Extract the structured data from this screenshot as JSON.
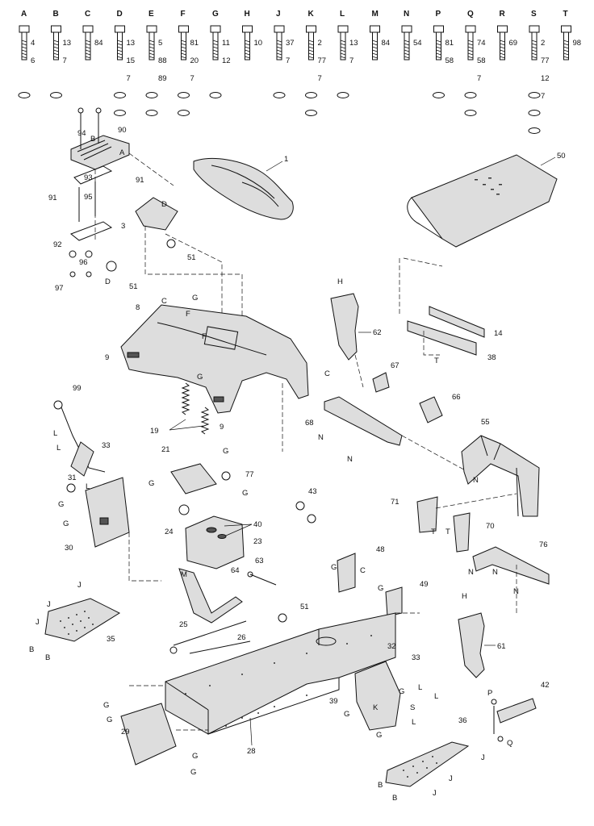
{
  "hardware_columns": [
    {
      "letter": "A",
      "items": [
        "4",
        "6"
      ]
    },
    {
      "letter": "B",
      "items": [
        "13",
        "7"
      ]
    },
    {
      "letter": "C",
      "items": [
        "84"
      ]
    },
    {
      "letter": "D",
      "items": [
        "13",
        "15",
        "7"
      ]
    },
    {
      "letter": "E",
      "items": [
        "5",
        "88",
        "89"
      ]
    },
    {
      "letter": "F",
      "items": [
        "81",
        "20",
        "7"
      ]
    },
    {
      "letter": "G",
      "items": [
        "11",
        "12"
      ]
    },
    {
      "letter": "H",
      "items": [
        "10"
      ]
    },
    {
      "letter": "J",
      "items": [
        "37",
        "7"
      ]
    },
    {
      "letter": "K",
      "items": [
        "2",
        "77",
        "7"
      ]
    },
    {
      "letter": "L",
      "items": [
        "13",
        "7"
      ]
    },
    {
      "letter": "M",
      "items": [
        "84"
      ]
    },
    {
      "letter": "N",
      "items": [
        "54"
      ]
    },
    {
      "letter": "P",
      "items": [
        "81",
        "58"
      ]
    },
    {
      "letter": "Q",
      "items": [
        "74",
        "58",
        "7"
      ]
    },
    {
      "letter": "R",
      "items": [
        "69"
      ]
    },
    {
      "letter": "S",
      "items": [
        "2",
        "77",
        "12",
        "7"
      ]
    },
    {
      "letter": "T",
      "items": [
        "98"
      ]
    }
  ],
  "callouts": {
    "c1": "1",
    "c50": "50",
    "c90": "90",
    "c94": "94",
    "c93": "93",
    "c95": "95",
    "c91a": "91",
    "c91b": "91",
    "c92": "92",
    "c96": "96",
    "c97": "97",
    "c51a": "51",
    "c51b": "51",
    "c51c": "51",
    "c3": "3",
    "c8": "8",
    "c9a": "9",
    "c9b": "9",
    "c62": "62",
    "c14": "14",
    "c38": "38",
    "c67": "67",
    "c66": "66",
    "c68": "68",
    "c55": "55",
    "c99": "99",
    "c33a": "33",
    "c33b": "33",
    "c31": "31",
    "c30": "30",
    "c19": "19",
    "c21": "21",
    "c77": "77",
    "c24": "24",
    "c40": "40",
    "c23": "23",
    "c43": "43",
    "c71": "71",
    "c70": "70",
    "c76": "76",
    "c63": "63",
    "c64": "64",
    "c48": "48",
    "c49": "49",
    "c35": "35",
    "c25": "25",
    "c26": "26",
    "c61": "61",
    "c32": "32",
    "c39": "39",
    "c29": "29",
    "c28": "28",
    "c36": "36",
    "c42": "42"
  },
  "ref_letters": {
    "A": "A",
    "B": "B",
    "C": "C",
    "D": "D",
    "F": "F",
    "G": "G",
    "H": "H",
    "J": "J",
    "K": "K",
    "L": "L",
    "M": "M",
    "N": "N",
    "P": "P",
    "Q": "Q",
    "S": "S",
    "T": "T"
  }
}
